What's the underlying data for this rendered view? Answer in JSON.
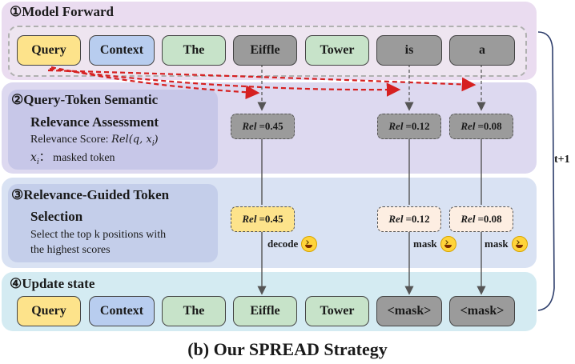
{
  "stages": {
    "s1": {
      "title": "①Model Forward"
    },
    "s2": {
      "title_line1": "②Query-Token Semantic",
      "title_line2": "Relevance Assessment",
      "score_label": "Relevance Score: ",
      "score_formula": "Rel(q, x",
      "score_sub": "i",
      "score_close": ")",
      "x_symbol": "x",
      "x_sub": "i",
      "x_desc": "：  masked token"
    },
    "s3": {
      "title_line1": "③Relevance-Guided Token",
      "title_line2": "Selection",
      "desc_line1": "Select the top k positions with",
      "desc_line2": "the highest scores"
    },
    "s4": {
      "title": "④Update state"
    }
  },
  "forward_tokens": [
    "Query",
    "Context",
    "The",
    "Eiffle",
    "Tower",
    "is",
    "a"
  ],
  "rel_key": "Rel",
  "rel_scores": [
    "=0.45",
    "=0.12",
    "=0.08"
  ],
  "selection": {
    "decode_label": "decode",
    "mask_label": "mask"
  },
  "updated_tokens": [
    "Query",
    "Context",
    "The",
    "Eiffle",
    "Tower",
    "<mask>",
    "<mask>"
  ],
  "loop_label": "t+1",
  "caption": "(b) Our SPREAD Strategy",
  "colors": {
    "query": "#fde38b",
    "context": "#b8cdef",
    "plain": "#c7e3c9",
    "masked": "#9b9b9b",
    "decode_box": "#fde38b",
    "mask_box": "#fdeee2",
    "s1_bg": "#eadcf0",
    "s2_bg": "#ddd9f0",
    "s3_bg": "#d9e2f3",
    "s4_bg": "#d4ebf2",
    "arrow_red": "#d62020"
  }
}
